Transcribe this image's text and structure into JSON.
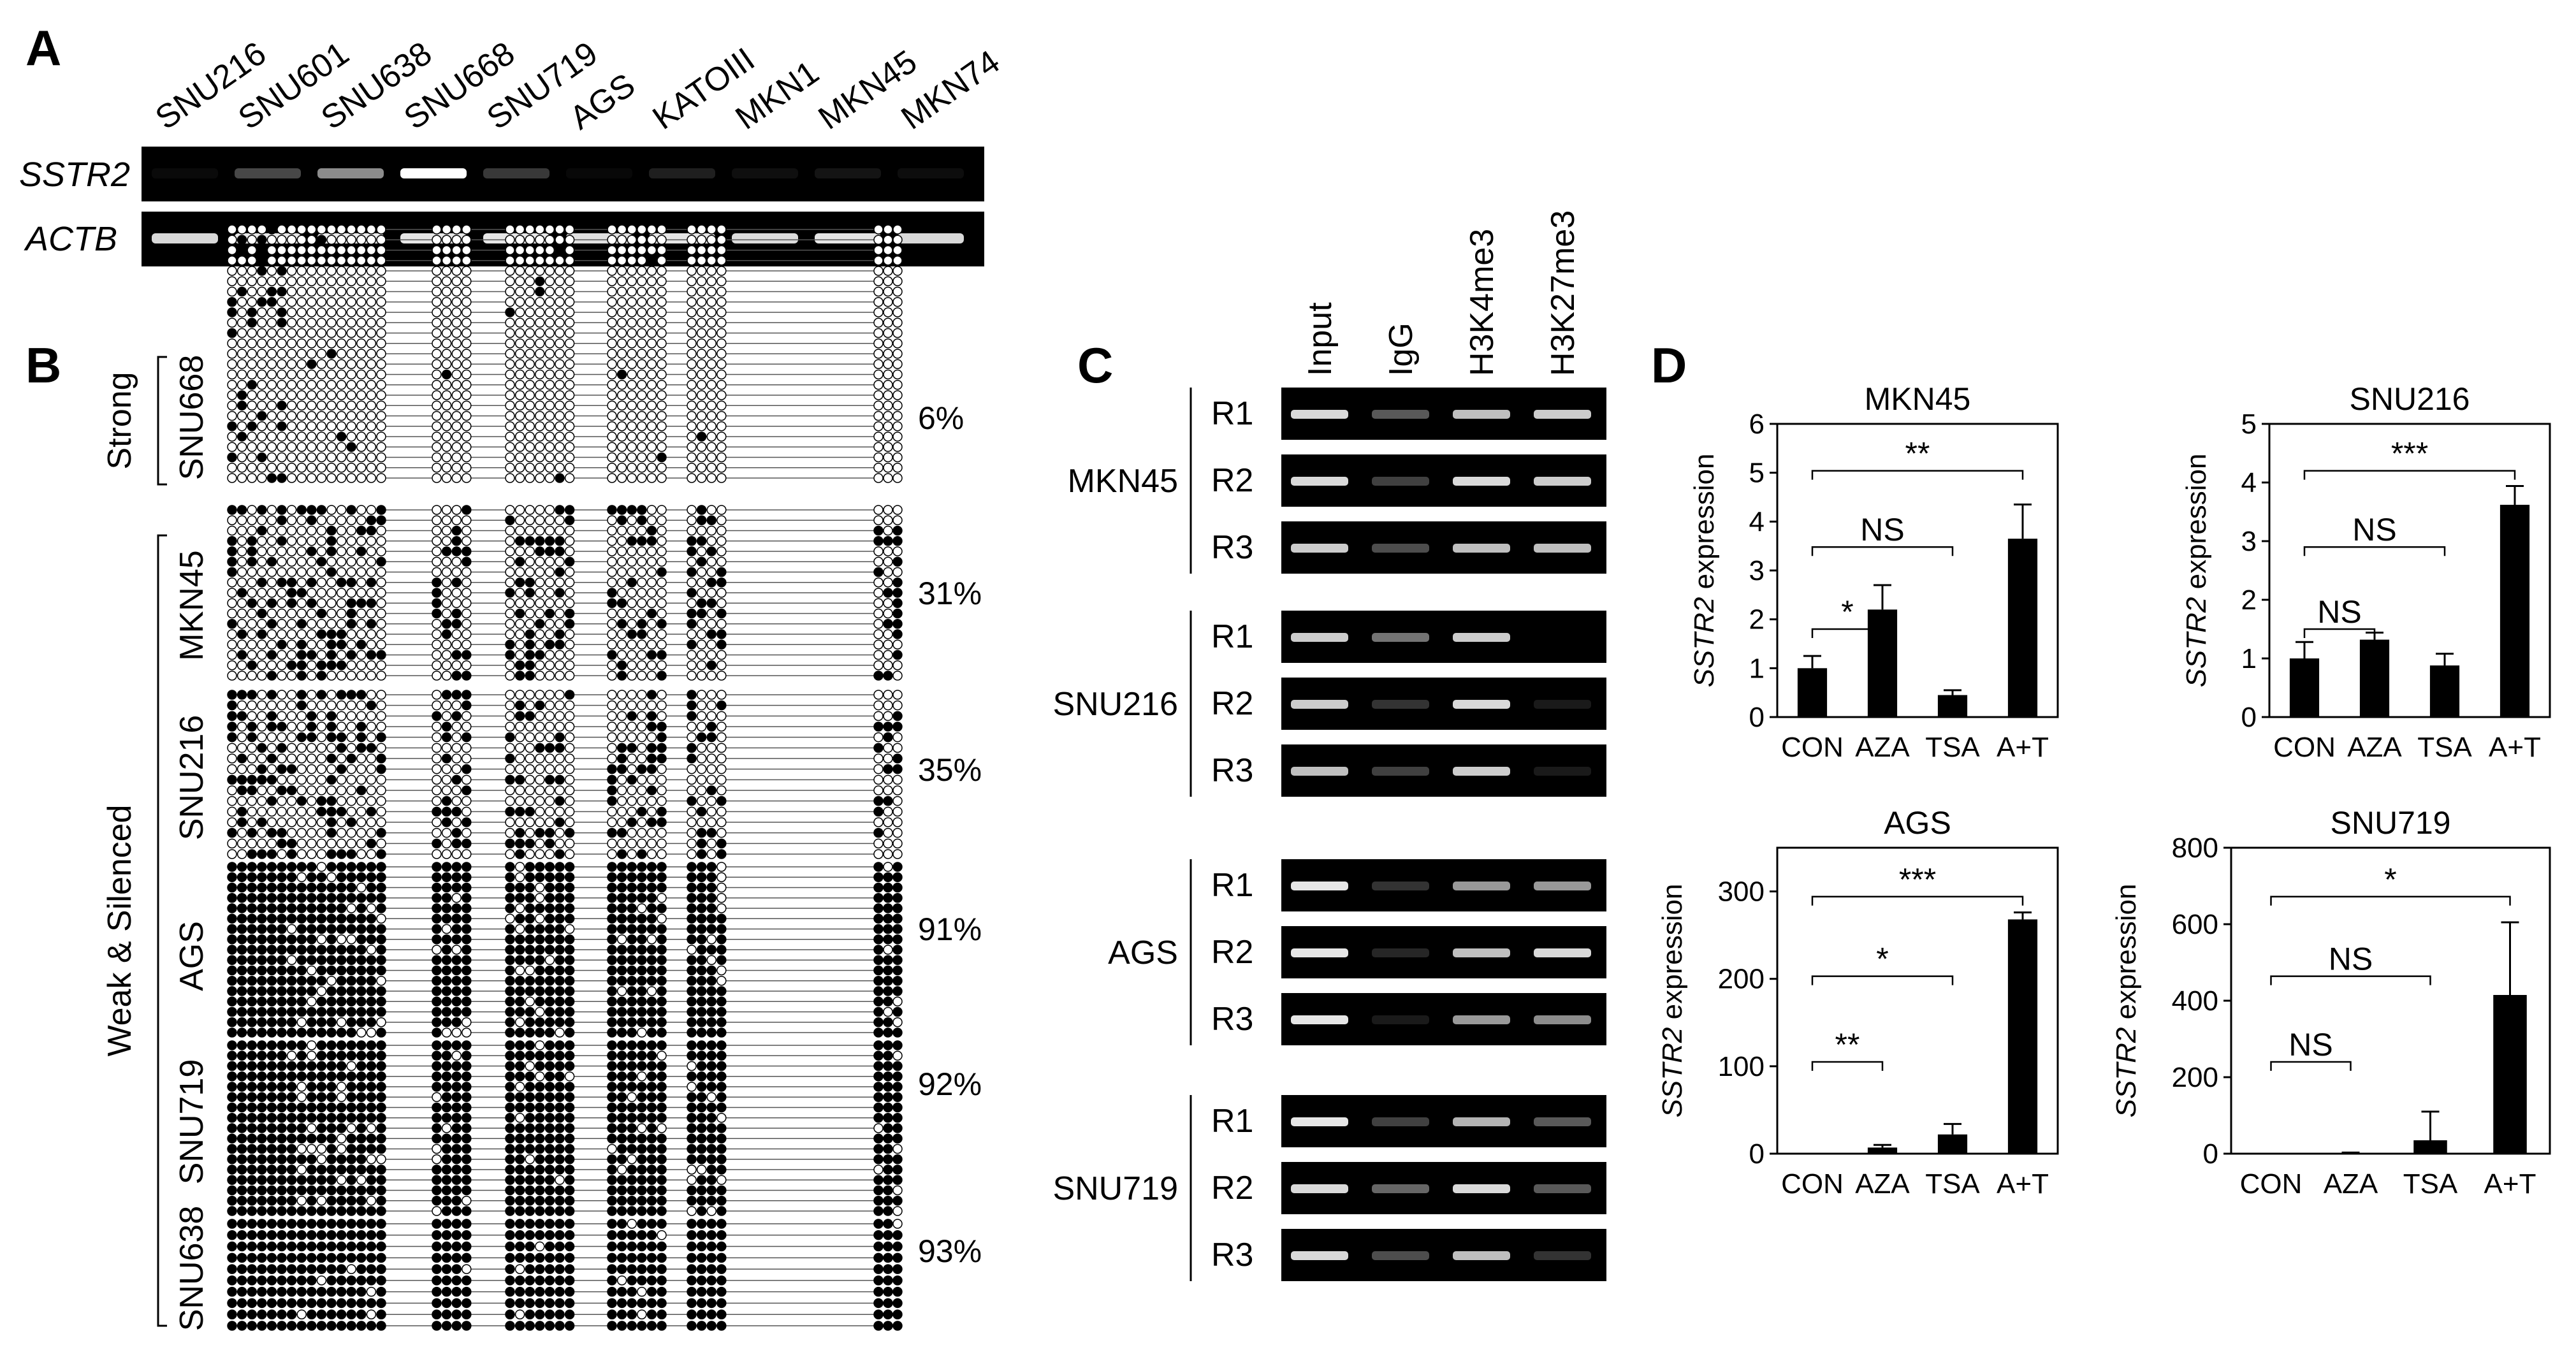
{
  "panel_labels": [
    "A",
    "B",
    "C",
    "D"
  ],
  "panelA": {
    "cell_lines": [
      "SNU216",
      "SNU601",
      "SNU638",
      "SNU668",
      "SNU719",
      "AGS",
      "KATOIII",
      "MKN1",
      "MKN45",
      "MKN74"
    ],
    "genes": [
      "SSTR2",
      "ACTB"
    ],
    "sstr2_band_intensity": [
      0.04,
      0.28,
      0.55,
      1.0,
      0.22,
      0.03,
      0.12,
      0.06,
      0.08,
      0.05
    ],
    "actb_band_intensity": [
      0.85,
      0.9,
      0.92,
      0.9,
      0.9,
      0.88,
      0.9,
      0.86,
      0.9,
      0.85
    ]
  },
  "panelB": {
    "groups": [
      {
        "label": "Strong",
        "lines": [
          "SNU668"
        ]
      },
      {
        "label": "Weak & Silenced",
        "lines": [
          "MKN45",
          "SNU216",
          "AGS",
          "SNU719",
          "SNU638"
        ]
      }
    ],
    "lines": [
      {
        "name": "SNU668",
        "percent": "6%",
        "methylation": 0.06
      },
      {
        "name": "MKN45",
        "percent": "31%",
        "methylation": 0.31
      },
      {
        "name": "SNU216",
        "percent": "35%",
        "methylation": 0.35
      },
      {
        "name": "AGS",
        "percent": "91%",
        "methylation": 0.91
      },
      {
        "name": "SNU719",
        "percent": "92%",
        "methylation": 0.92
      },
      {
        "name": "SNU638",
        "percent": "93%",
        "methylation": 0.93
      }
    ]
  },
  "panelC": {
    "columns": [
      "Input",
      "IgG",
      "H3K4me3",
      "H3K27me3"
    ],
    "regions": [
      "R1",
      "R2",
      "R3"
    ],
    "cell_lines": [
      {
        "name": "MKN45",
        "bands": [
          [
            0.85,
            0.35,
            0.75,
            0.8
          ],
          [
            0.85,
            0.25,
            0.85,
            0.8
          ],
          [
            0.8,
            0.3,
            0.75,
            0.75
          ]
        ]
      },
      {
        "name": "SNU216",
        "bands": [
          [
            0.8,
            0.45,
            0.8,
            0.0
          ],
          [
            0.8,
            0.2,
            0.85,
            0.1
          ],
          [
            0.75,
            0.25,
            0.8,
            0.1
          ]
        ]
      },
      {
        "name": "AGS",
        "bands": [
          [
            0.9,
            0.2,
            0.6,
            0.6
          ],
          [
            0.9,
            0.15,
            0.75,
            0.85
          ],
          [
            0.9,
            0.1,
            0.6,
            0.55
          ]
        ]
      },
      {
        "name": "SNU719",
        "bands": [
          [
            0.9,
            0.25,
            0.7,
            0.35
          ],
          [
            0.85,
            0.4,
            0.85,
            0.35
          ],
          [
            0.85,
            0.3,
            0.75,
            0.2
          ]
        ]
      }
    ]
  },
  "chart_data": [
    {
      "type": "bar",
      "title": "MKN45",
      "categories": [
        "CON",
        "AZA",
        "TSA",
        "A+T"
      ],
      "values": [
        1.0,
        2.2,
        0.45,
        3.65
      ],
      "errors": [
        0.25,
        0.5,
        0.1,
        0.7
      ],
      "ylabel_gene": "SSTR2",
      "ylabel_rest": " expression",
      "ylim": [
        0,
        6
      ],
      "yticks": [
        0,
        1,
        2,
        3,
        4,
        5,
        6
      ],
      "comparisons": [
        {
          "from": "CON",
          "to": "AZA",
          "label": "*"
        },
        {
          "from": "CON",
          "to": "TSA",
          "label": "NS"
        },
        {
          "from": "CON",
          "to": "A+T",
          "label": "**"
        }
      ]
    },
    {
      "type": "bar",
      "title": "SNU216",
      "categories": [
        "CON",
        "AZA",
        "TSA",
        "A+T"
      ],
      "values": [
        1.0,
        1.32,
        0.88,
        3.62
      ],
      "errors": [
        0.28,
        0.12,
        0.2,
        0.32
      ],
      "ylabel_gene": "SSTR2",
      "ylabel_rest": " expression",
      "ylim": [
        0,
        5
      ],
      "yticks": [
        0,
        1,
        2,
        3,
        4,
        5
      ],
      "comparisons": [
        {
          "from": "CON",
          "to": "AZA",
          "label": "NS"
        },
        {
          "from": "CON",
          "to": "TSA",
          "label": "NS"
        },
        {
          "from": "CON",
          "to": "A+T",
          "label": "***"
        }
      ]
    },
    {
      "type": "bar",
      "title": "AGS",
      "categories": [
        "CON",
        "AZA",
        "TSA",
        "A+T"
      ],
      "values": [
        1,
        7,
        22,
        268
      ],
      "errors": [
        0,
        3,
        12,
        8
      ],
      "ylabel_gene": "SSTR2",
      "ylabel_rest": " expression",
      "ylim": [
        0,
        350
      ],
      "yticks": [
        0,
        100,
        200,
        300
      ],
      "comparisons": [
        {
          "from": "CON",
          "to": "AZA",
          "label": "**"
        },
        {
          "from": "CON",
          "to": "TSA",
          "label": "*"
        },
        {
          "from": "CON",
          "to": "A+T",
          "label": "***"
        }
      ]
    },
    {
      "type": "bar",
      "title": "SNU719",
      "categories": [
        "CON",
        "AZA",
        "TSA",
        "A+T"
      ],
      "values": [
        1,
        2,
        35,
        415
      ],
      "errors": [
        0,
        1,
        75,
        190
      ],
      "ylabel_gene": "SSTR2",
      "ylabel_rest": " expression",
      "ylim": [
        0,
        800
      ],
      "yticks": [
        0,
        200,
        400,
        600,
        800
      ],
      "comparisons": [
        {
          "from": "CON",
          "to": "AZA",
          "label": "NS"
        },
        {
          "from": "CON",
          "to": "TSA",
          "label": "NS"
        },
        {
          "from": "CON",
          "to": "A+T",
          "label": "*"
        }
      ]
    }
  ]
}
